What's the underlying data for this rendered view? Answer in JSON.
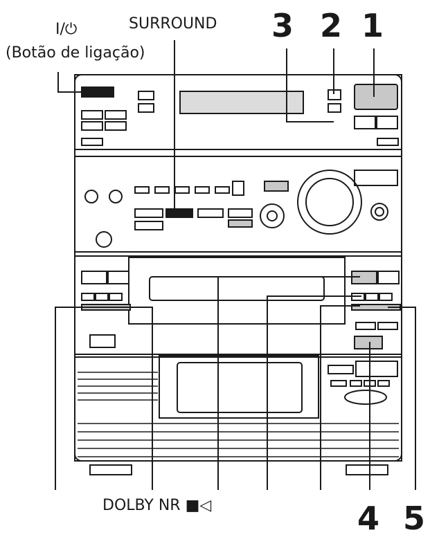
{
  "labels": {
    "power_symbol": "I/⏻",
    "power_caption": "(Botão de ligação)",
    "surround": "SURROUND",
    "dolby_nr": "DOLBY NR ■◁"
  },
  "callouts": [
    "3",
    "2",
    "1",
    "4",
    "5"
  ],
  "colors": {
    "ink": "#1a1a1a",
    "panel": "#f2f2f2",
    "display": "#dcdcdc",
    "label_bar": "#c8c8c8"
  }
}
